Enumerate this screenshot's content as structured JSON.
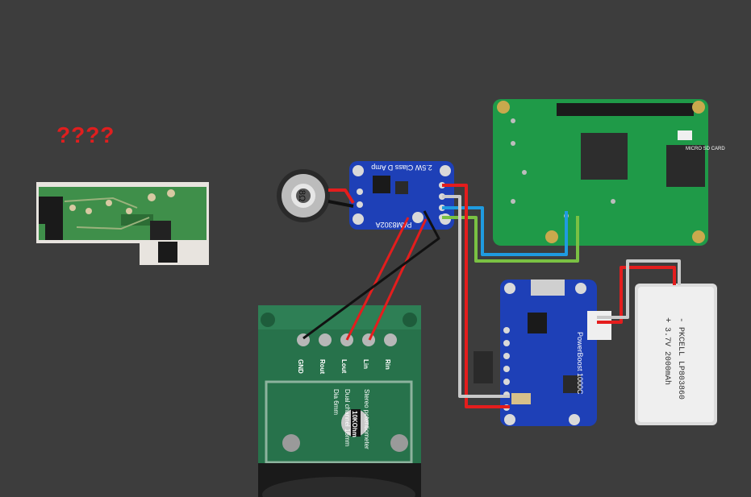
{
  "unknown_label": "????",
  "amp": {
    "title": "2.5W Class D Amp",
    "part": "PAM8302A"
  },
  "speaker_text": "8Ω",
  "pot": {
    "pins": [
      "GND",
      "Rout",
      "Lout",
      "Lin",
      "Rin"
    ],
    "lines": [
      "Stereo potentiometer",
      "Dual channel 16mm",
      "Dia 6mm"
    ],
    "resistance": "10KOhm"
  },
  "pi": {
    "sd_label": "MICRO SD CARD"
  },
  "powerboost": {
    "title": "PowerBoost 1000C"
  },
  "battery": {
    "lines": [
      "PKCELL LP803860",
      "3.7V 2000mAh"
    ],
    "minus": "-",
    "plus": "+"
  },
  "wire_colors": {
    "red": "#e41d1d",
    "black": "#111111",
    "blue": "#1f9be0",
    "green": "#7ac143",
    "gray": "#c9c9c9"
  }
}
